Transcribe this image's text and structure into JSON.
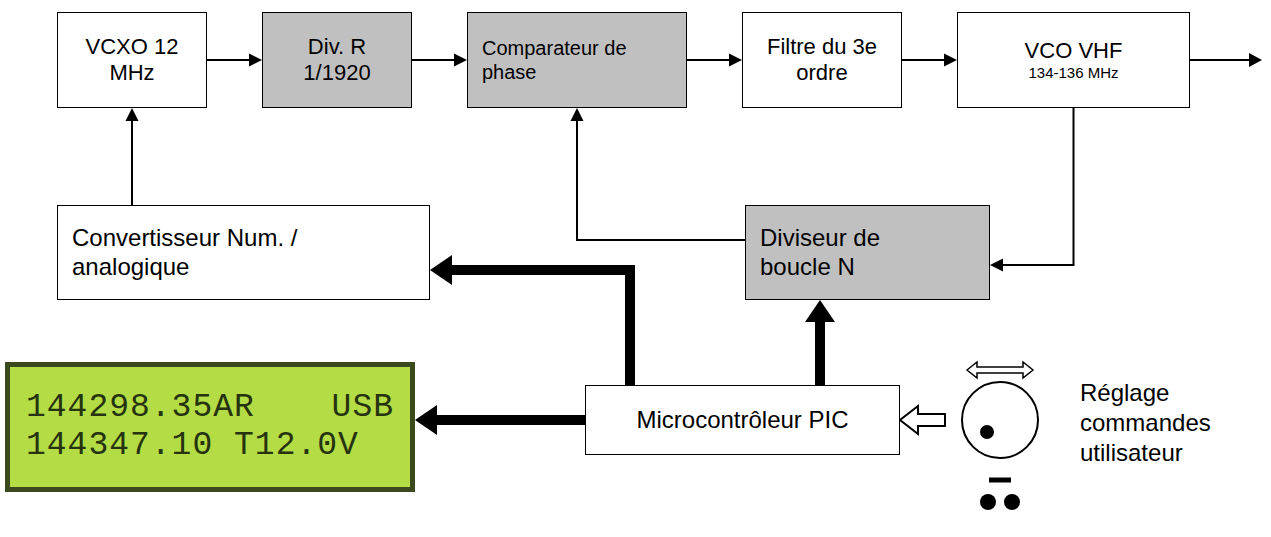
{
  "diagram": {
    "nodes": [
      {
        "text": [
          "VCXO 12 MHz"
        ]
      },
      {
        "text": [
          "Div. R 1/1920"
        ]
      },
      {
        "text": [
          "Comparateur de phase"
        ]
      },
      {
        "text": [
          "Filtre du 3e ordre"
        ]
      },
      {
        "text": [
          "VCO VHF",
          "134-136 MHz"
        ]
      },
      {
        "text": [
          "Convertisseur Num. / analogique"
        ]
      },
      {
        "text": [
          "Diviseur de boucle N"
        ]
      },
      {
        "text": [
          "Microcontrôleur PIC"
        ]
      },
      {
        "text": [
          "144298.35AR",
          "USB",
          "144347.10 T12.0V"
        ]
      },
      {
        "text": [
          "Réglage commandes utilisateur"
        ]
      }
    ],
    "edges": [
      {
        "from": 0,
        "to": 1,
        "arrow": "to"
      },
      {
        "from": 1,
        "to": 2,
        "arrow": "to"
      },
      {
        "from": 2,
        "to": 3,
        "arrow": "to"
      },
      {
        "from": 3,
        "to": 4,
        "arrow": "to"
      },
      {
        "from": 5,
        "to": 0,
        "arrow": "to"
      },
      {
        "from": 4,
        "to": 6,
        "arrow": "to"
      },
      {
        "from": 6,
        "to": 2,
        "arrow": "to"
      },
      {
        "from": 7,
        "to": 8,
        "arrow": "to"
      },
      {
        "from": 7,
        "to": 5,
        "arrow": "to"
      },
      {
        "from": 7,
        "to": 6,
        "arrow": "to"
      },
      {
        "from": 9,
        "to": 7,
        "arrow": "to"
      }
    ]
  }
}
